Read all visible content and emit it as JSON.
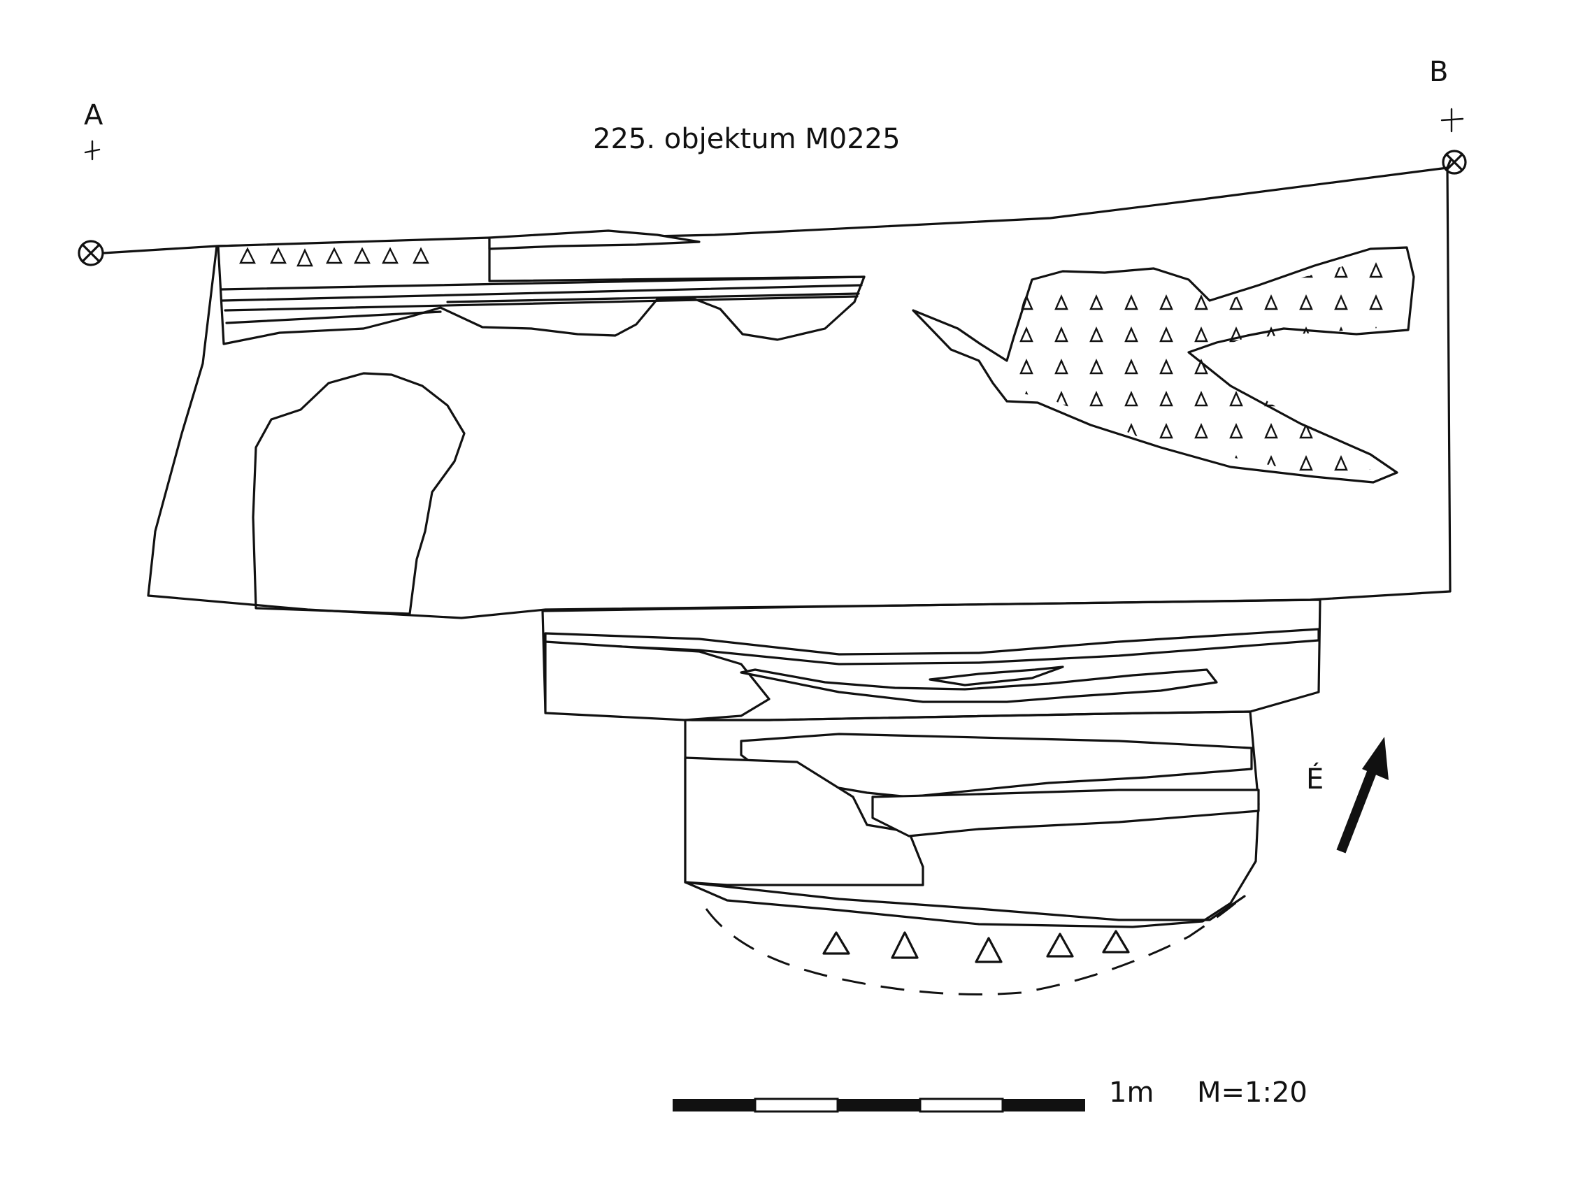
{
  "title": "225. objektum M0225",
  "points": {
    "a": "A",
    "b": "B"
  },
  "north_arrow": {
    "label": "É",
    "icon": "north-arrow-icon"
  },
  "scale_bar": {
    "length_label": "1m",
    "segments": 5,
    "ratio": "M=1:20"
  },
  "colors": {
    "ink": "#111111",
    "paper": "#ffffff"
  }
}
